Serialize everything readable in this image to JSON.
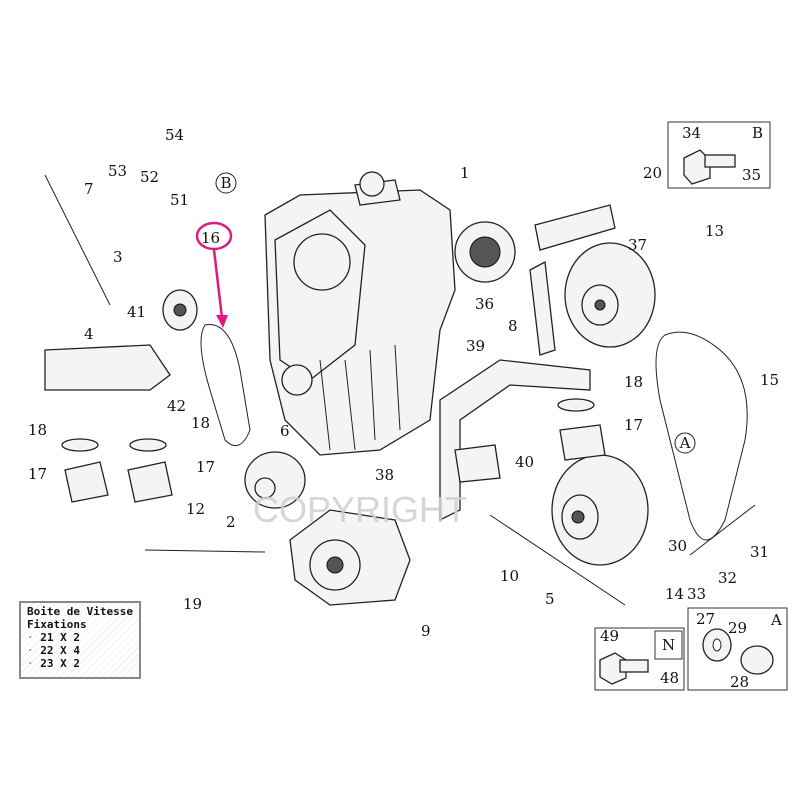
{
  "callouts": [
    "1",
    "2",
    "3",
    "4",
    "5",
    "6",
    "7",
    "8",
    "9",
    "10",
    "12",
    "13",
    "14",
    "15",
    "16",
    "17",
    "17",
    "17",
    "18",
    "18",
    "18",
    "19",
    "20",
    "30",
    "31",
    "32",
    "33",
    "36",
    "37",
    "38",
    "39",
    "40",
    "41",
    "42",
    "51",
    "52",
    "53",
    "54"
  ],
  "markers": {
    "b": "B",
    "a": "A"
  },
  "highlight_color": "#e0197d",
  "watermark": "COPYRIGHT",
  "inset_b": {
    "letter": "B",
    "parts": [
      "34",
      "35"
    ]
  },
  "inset_n": {
    "letter": "N",
    "parts": [
      "49",
      "48"
    ]
  },
  "inset_a": {
    "letter": "A",
    "parts": [
      "27",
      "29",
      "28"
    ]
  },
  "legend": {
    "title": "Boite de Vitesse",
    "subtitle": "Fixations",
    "items": [
      "21 X 2",
      "22 X 4",
      "23 X 2"
    ]
  }
}
